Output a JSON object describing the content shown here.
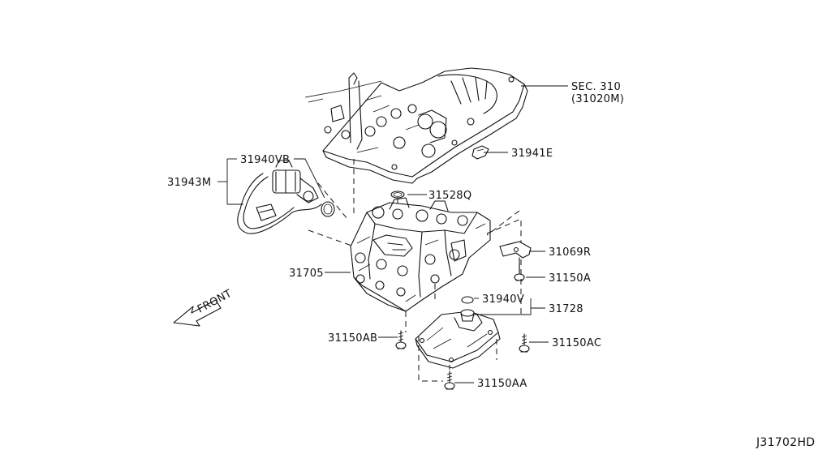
{
  "diagram": {
    "labels": {
      "sec310": "SEC. 310",
      "sec310_sub": "(31020M)",
      "p31941E": "31941E",
      "p31940VB": "31940VB",
      "p31943M": "31943M",
      "p31528Q": "31528Q",
      "p31069R": "31069R",
      "p31705": "31705",
      "p31150A": "31150A",
      "p31940V": "31940V",
      "p31728": "31728",
      "p31150AB": "31150AB",
      "p31150AC": "31150AC",
      "p31150AA": "31150AA",
      "front": "FRONT",
      "ref_code": "J31702HD"
    }
  }
}
